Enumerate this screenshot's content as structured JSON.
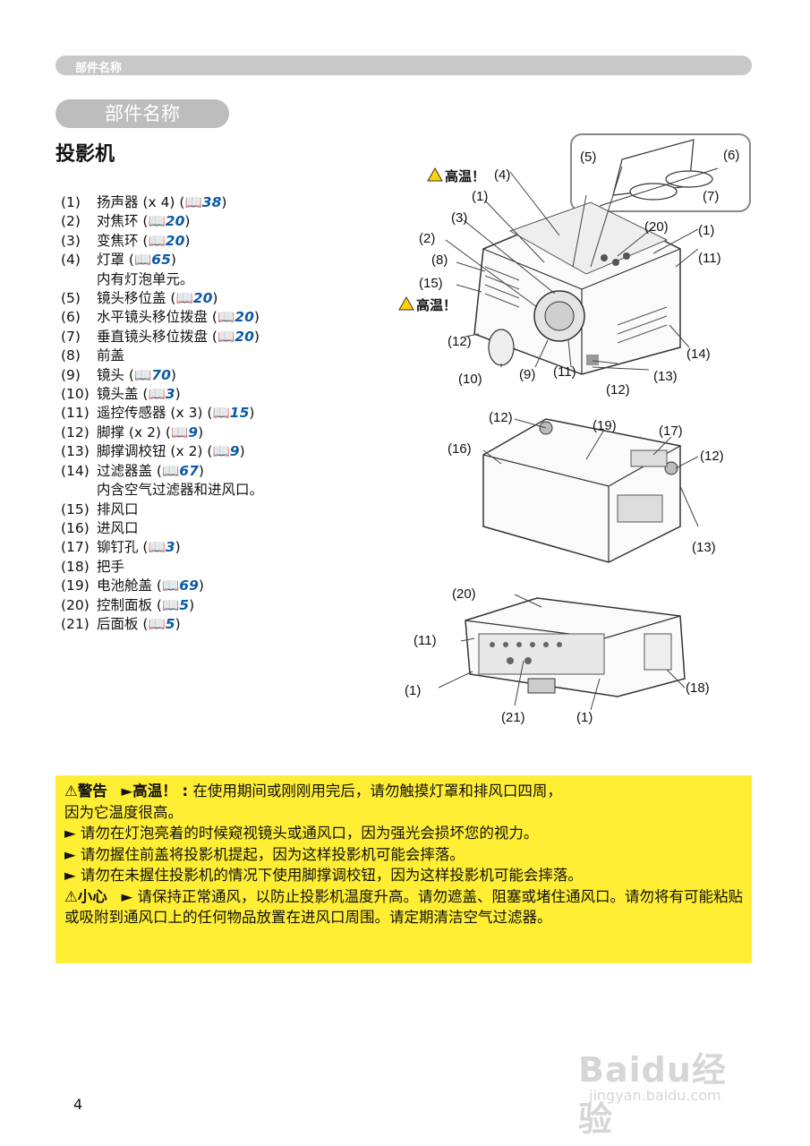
{
  "header": {
    "running_title": "部件名称"
  },
  "section": {
    "title": "部件名称",
    "subtitle": "投影机"
  },
  "parts": [
    {
      "num": "(1)",
      "name": "扬声器 (x 4) (",
      "ref": "38",
      "close": ")"
    },
    {
      "num": "(2)",
      "name": "对焦环 (",
      "ref": "20",
      "close": ")"
    },
    {
      "num": "(3)",
      "name": "变焦环 (",
      "ref": "20",
      "close": ")"
    },
    {
      "num": "(4)",
      "name": "灯罩 (",
      "ref": "65",
      "close": ")",
      "note": "内有灯泡单元。"
    },
    {
      "num": "(5)",
      "name": "镜头移位盖 (",
      "ref": "20",
      "close": ")"
    },
    {
      "num": "(6)",
      "name": "水平镜头移位拨盘 (",
      "ref": "20",
      "close": ")"
    },
    {
      "num": "(7)",
      "name": "垂直镜头移位拨盘 (",
      "ref": "20",
      "close": ")"
    },
    {
      "num": "(8)",
      "name": "前盖",
      "ref": "",
      "close": ""
    },
    {
      "num": "(9)",
      "name": "镜头 (",
      "ref": "70",
      "close": ")"
    },
    {
      "num": "(10)",
      "name": "镜头盖 (",
      "ref": "3",
      "close": ")"
    },
    {
      "num": "(11)",
      "name": "遥控传感器 (x 3) (",
      "ref": "15",
      "close": ")"
    },
    {
      "num": "(12)",
      "name": "脚撑 (x 2) (",
      "ref": "9",
      "close": ")"
    },
    {
      "num": "(13)",
      "name": "脚撑调校钮 (x 2) (",
      "ref": "9",
      "close": ")"
    },
    {
      "num": "(14)",
      "name": "过滤器盖 (",
      "ref": "67",
      "close": ")",
      "note": "内含空气过滤器和进风口。"
    },
    {
      "num": "(15)",
      "name": "排风口",
      "ref": "",
      "close": ""
    },
    {
      "num": "(16)",
      "name": "进风口",
      "ref": "",
      "close": ""
    },
    {
      "num": "(17)",
      "name": "铆钉孔 (",
      "ref": "3",
      "close": ")"
    },
    {
      "num": "(18)",
      "name": "把手",
      "ref": "",
      "close": ""
    },
    {
      "num": "(19)",
      "name": "电池舱盖 (",
      "ref": "69",
      "close": ")"
    },
    {
      "num": "(20)",
      "name": "控制面板 (",
      "ref": "5",
      "close": ")"
    },
    {
      "num": "(21)",
      "name": "后面板 (",
      "ref": "5",
      "close": ")"
    }
  ],
  "diagram": {
    "hot_label": "高温！",
    "labels": [
      "(1)",
      "(2)",
      "(3)",
      "(4)",
      "(5)",
      "(6)",
      "(7)",
      "(8)",
      "(9)",
      "(10)",
      "(11)",
      "(12)",
      "(13)",
      "(14)",
      "(15)",
      "(16)",
      "(17)",
      "(18)",
      "(19)",
      "(20)",
      "(21)"
    ]
  },
  "warning": {
    "warning_label": "⚠警告",
    "hot_label": "►高温！ :",
    "line1": "在使用期间或刚刚用完后，请勿触摸灯罩和排风口四周，",
    "line2": "因为它温度很高。",
    "line3": "► 请勿在灯泡亮着的时候窥视镜头或通风口，因为强光会损坏您的视力。",
    "line4": "► 请勿握住前盖将投影机提起，因为这样投影机可能会摔落。",
    "line5": "► 请勿在未握住投影机的情况下使用脚撑调校钮，因为这样投影机可能会摔落。",
    "caution_label": "⚠小心",
    "caution_text": "► 请保持正常通风，以防止投影机温度升高。请勿遮盖、阻塞或堵住通风口。请勿将有可能粘贴或吸附到通风口上的任何物品放置在进风口周围。请定期清洁空气过滤器。"
  },
  "footer": {
    "page_number": "4"
  },
  "watermark": {
    "logo": "Baidu经验",
    "url": "jingyan.baidu.com"
  }
}
